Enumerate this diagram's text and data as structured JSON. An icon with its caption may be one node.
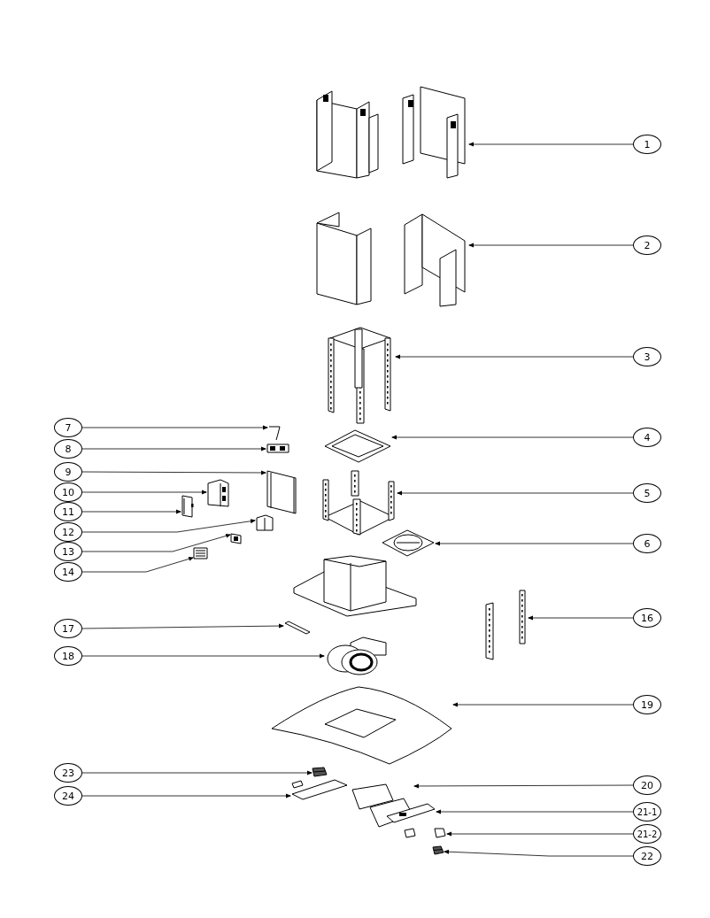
{
  "diagram": {
    "nodes": [
      {
        "text": [
          "1"
        ]
      },
      {
        "text": [],
        "shape": "picture"
      },
      {
        "text": [
          "2"
        ]
      },
      {
        "text": [],
        "shape": "picture"
      },
      {
        "text": [
          "3"
        ]
      },
      {
        "text": [],
        "shape": "picture"
      },
      {
        "text": [
          "4"
        ]
      },
      {
        "text": [],
        "shape": "picture"
      },
      {
        "text": [
          "5"
        ]
      },
      {
        "text": [],
        "shape": "picture"
      },
      {
        "text": [
          "6"
        ]
      },
      {
        "text": [],
        "shape": "picture"
      },
      {
        "text": [
          "7"
        ]
      },
      {
        "text": [],
        "shape": "picture"
      },
      {
        "text": [
          "8"
        ]
      },
      {
        "text": [],
        "shape": "picture"
      },
      {
        "text": [
          "9"
        ]
      },
      {
        "text": [],
        "shape": "picture"
      },
      {
        "text": [
          "10"
        ]
      },
      {
        "text": [],
        "shape": "picture"
      },
      {
        "text": [
          "11"
        ]
      },
      {
        "text": [],
        "shape": "picture"
      },
      {
        "text": [
          "12"
        ]
      },
      {
        "text": [],
        "shape": "picture"
      },
      {
        "text": [
          "13"
        ]
      },
      {
        "text": [],
        "shape": "picture"
      },
      {
        "text": [
          "14"
        ]
      },
      {
        "text": [],
        "shape": "picture"
      },
      {
        "text": [
          "16"
        ]
      },
      {
        "text": [],
        "shape": "picture"
      },
      {
        "text": [
          "17"
        ]
      },
      {
        "text": [],
        "shape": "picture"
      },
      {
        "text": [
          "18"
        ]
      },
      {
        "text": [],
        "shape": "picture"
      },
      {
        "text": [
          "19"
        ]
      },
      {
        "text": [],
        "shape": "picture"
      },
      {
        "text": [
          "20"
        ]
      },
      {
        "text": [],
        "shape": "picture"
      },
      {
        "text": [
          "21-1"
        ]
      },
      {
        "text": [],
        "shape": "picture"
      },
      {
        "text": [
          "21-2"
        ]
      },
      {
        "text": [],
        "shape": "picture"
      },
      {
        "text": [
          "22"
        ]
      },
      {
        "text": [],
        "shape": "picture"
      },
      {
        "text": [
          "23"
        ]
      },
      {
        "text": [],
        "shape": "picture"
      },
      {
        "text": [
          "24"
        ]
      },
      {
        "text": [],
        "shape": "picture"
      }
    ],
    "edges": [
      {
        "from": 0,
        "to": 1,
        "arrow": "to"
      },
      {
        "from": 2,
        "to": 3,
        "arrow": "to"
      },
      {
        "from": 4,
        "to": 5,
        "arrow": "to"
      },
      {
        "from": 6,
        "to": 7,
        "arrow": "to"
      },
      {
        "from": 8,
        "to": 9,
        "arrow": "to"
      },
      {
        "from": 10,
        "to": 11,
        "arrow": "to"
      },
      {
        "from": 12,
        "to": 13,
        "arrow": "to"
      },
      {
        "from": 14,
        "to": 15,
        "arrow": "to"
      },
      {
        "from": 16,
        "to": 17,
        "arrow": "to"
      },
      {
        "from": 18,
        "to": 19,
        "arrow": "to"
      },
      {
        "from": 20,
        "to": 21,
        "arrow": "to"
      },
      {
        "from": 22,
        "to": 23,
        "arrow": "to"
      },
      {
        "from": 24,
        "to": 25,
        "arrow": "to"
      },
      {
        "from": 26,
        "to": 27,
        "arrow": "to"
      },
      {
        "from": 28,
        "to": 29,
        "arrow": "to"
      },
      {
        "from": 30,
        "to": 31,
        "arrow": "to"
      },
      {
        "from": 32,
        "to": 33,
        "arrow": "to"
      },
      {
        "from": 34,
        "to": 35,
        "arrow": "to"
      },
      {
        "from": 36,
        "to": 37,
        "arrow": "to"
      },
      {
        "from": 38,
        "to": 39,
        "arrow": "to"
      },
      {
        "from": 40,
        "to": 41,
        "arrow": "to"
      },
      {
        "from": 42,
        "to": 43,
        "arrow": "to"
      },
      {
        "from": 44,
        "to": 45,
        "arrow": "to"
      },
      {
        "from": 46,
        "to": 47,
        "arrow": "to"
      }
    ]
  }
}
